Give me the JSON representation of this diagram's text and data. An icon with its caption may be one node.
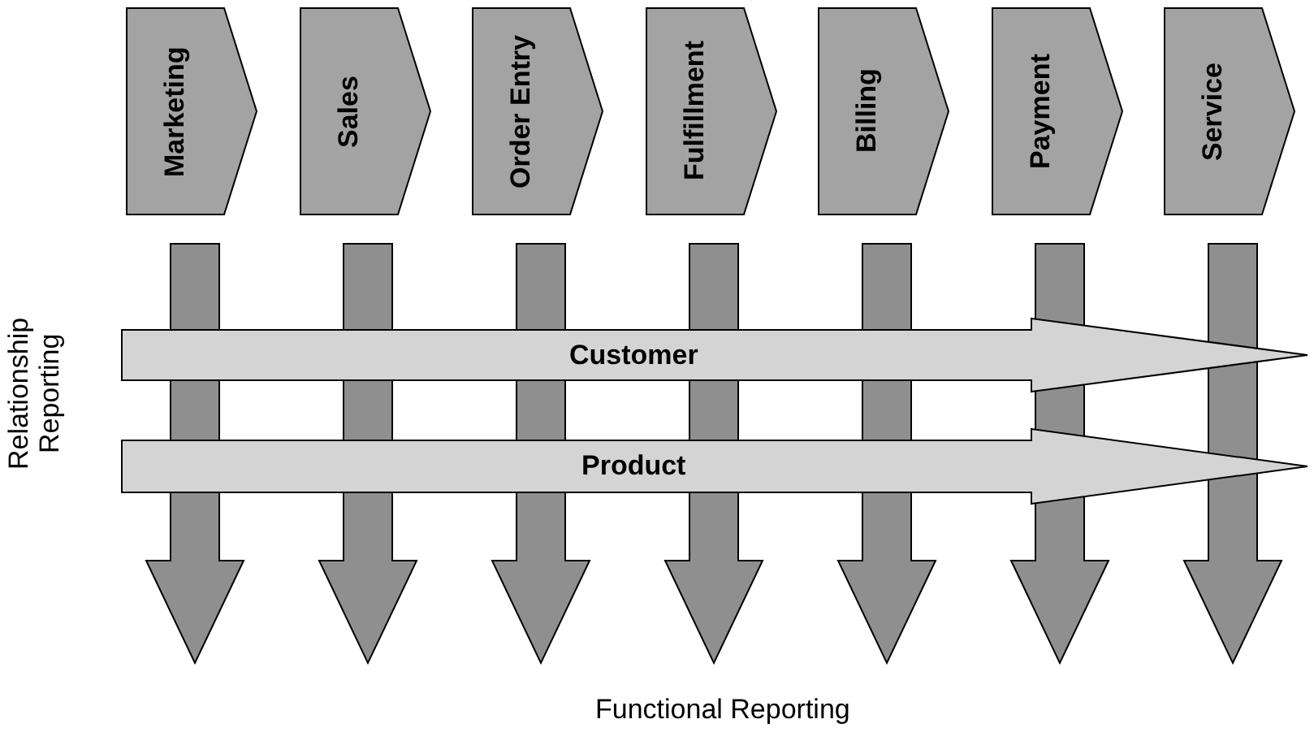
{
  "diagram": {
    "nodes": [
      {
        "text": [
          "Marketing"
        ]
      },
      {
        "text": [
          "Sales"
        ]
      },
      {
        "text": [
          "Order Entry"
        ]
      },
      {
        "text": [
          "Fulfillment"
        ]
      },
      {
        "text": [
          "Billing"
        ]
      },
      {
        "text": [
          "Payment"
        ]
      },
      {
        "text": [
          "Service"
        ]
      },
      {
        "text": [
          "Customer"
        ]
      },
      {
        "text": [
          "Product"
        ]
      }
    ],
    "labels": [
      "Relationship Reporting",
      "Functional Reporting"
    ]
  }
}
